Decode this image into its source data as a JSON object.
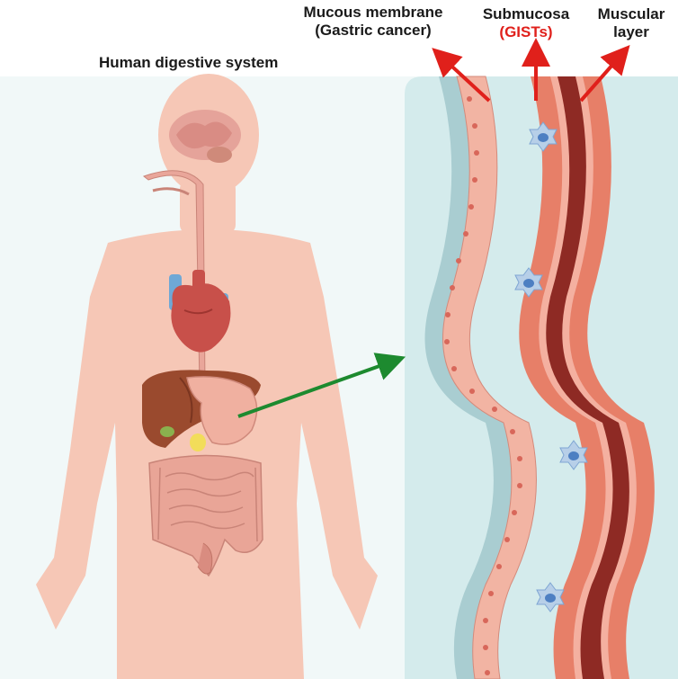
{
  "diagram": {
    "title": "Human digestive system",
    "layers": [
      {
        "id": "mucous",
        "line1": "Mucous membrane",
        "line2": "(Gastric cancer)"
      },
      {
        "id": "submucosa",
        "line1": "Submucosa",
        "line2": "(GISTs)"
      },
      {
        "id": "muscular",
        "line1": "Muscular",
        "line2": "layer"
      }
    ]
  },
  "colors": {
    "skin": "#f6c7b6",
    "background_panel": "#eef7f7",
    "wall_panel": "#d4ebec",
    "mucosa": "#f2b4a3",
    "mucosa_nucleus": "#d8675a",
    "muscular_outer": "#e77f68",
    "muscular_inner": "#8e2a24",
    "cell": "#b7cfe8",
    "cell_nucleus": "#4d7fc2",
    "label_arrow": "#e0201b",
    "pointer_arrow": "#1d8a2f",
    "liver": "#9a4a2e",
    "heart": "#c8504a"
  }
}
